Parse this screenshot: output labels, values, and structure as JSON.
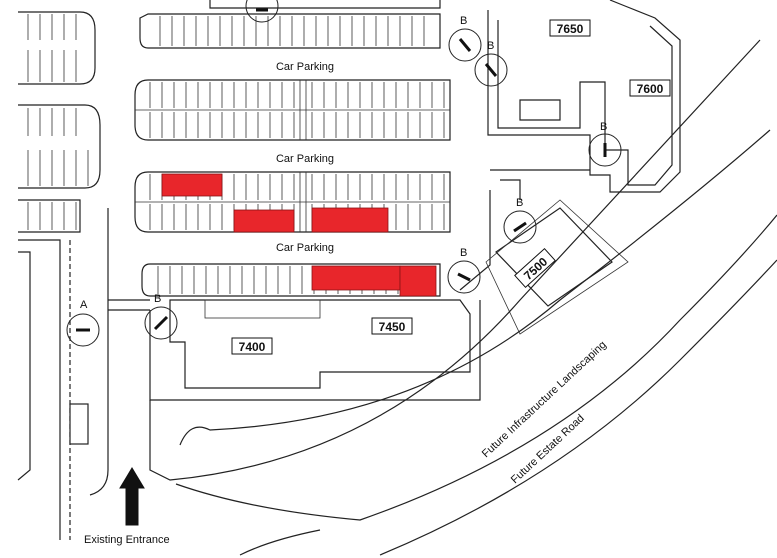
{
  "map": {
    "parking_labels": [
      "Car Parking",
      "Car Parking",
      "Car Parking"
    ],
    "buildings": [
      "7650",
      "7600",
      "7500",
      "7450",
      "7400"
    ],
    "gates": [
      "A",
      "B",
      "B",
      "B",
      "B",
      "B",
      "B"
    ],
    "roads": {
      "landscaping": "Future Infrastructure Landscaping",
      "estate_road": "Future Estate Road",
      "entrance": "Existing Entrance"
    },
    "reserved_bay_color": "#e8262b"
  }
}
